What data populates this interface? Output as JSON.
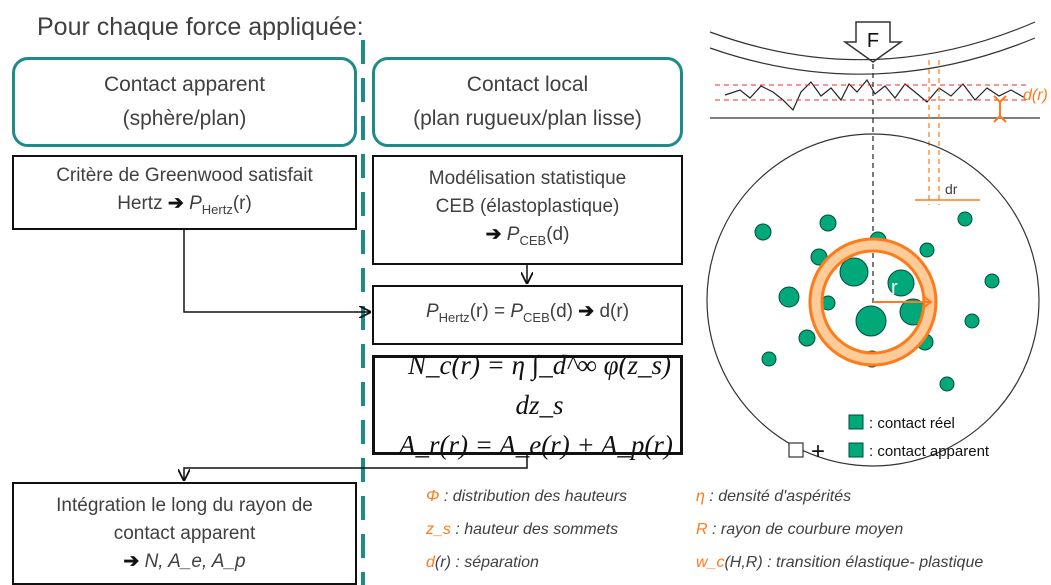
{
  "title": "Pour chaque force appliquée:",
  "left_header": {
    "line1": "Contact apparent",
    "line2": "(sphère/plan)"
  },
  "right_header": {
    "line1": "Contact local",
    "line2": "(plan rugueux/plan lisse)"
  },
  "greenwood": {
    "line1": "Critère de Greenwood satisfait",
    "line2_prefix": "Hertz",
    "arrow": "➔",
    "p": "P",
    "p_sub": "Hertz",
    "p_arg": "(r)"
  },
  "ceb": {
    "line1": "Modélisation statistique",
    "line2": "CEB (élastoplastique)",
    "arrow": "➔",
    "p": "P",
    "p_sub": "CEB",
    "p_arg": "(d)"
  },
  "equality": {
    "p1": "P",
    "p1_sub": "Hertz",
    "p1_arg": "(r)",
    "eq": "=",
    "p2": "P",
    "p2_sub": "CEB",
    "p2_arg": "(d)",
    "arrow": "➔",
    "result": "d(r)"
  },
  "formula": {
    "line1": "N_c(r) = η ∫_d^∞ φ(z_s) dz_s",
    "line2": "A_r(r) = A_e(r) + A_p(r)"
  },
  "integration": {
    "line1": "Intégration le long du rayon de",
    "line2": "contact apparent",
    "arrow": "➔",
    "result": "N, A_e, A_p"
  },
  "legend": [
    {
      "symbol": "Φ",
      "text": " : distribution des hauteurs"
    },
    {
      "symbol": "η",
      "text": " : densité d'aspérités"
    },
    {
      "symbol": "z_s",
      "text": " : hauteur des sommets"
    },
    {
      "symbol": "R",
      "text": " : rayon de courbure moyen"
    },
    {
      "symbol": "d",
      "text": "(r) : séparation"
    },
    {
      "symbol": "w_c",
      "text": "(H,R) : transition élastique- plastique"
    }
  ],
  "figure": {
    "force_label": "F",
    "dr_label": "d(r)",
    "dr_small": "dr",
    "r_label": "r",
    "legend_real": ": contact réel",
    "legend_apparent": ": contact apparent"
  },
  "colors": {
    "teal": "#1f8a8a",
    "orange": "#ff7a1a",
    "green": "#00a87a",
    "text": "#404040"
  }
}
